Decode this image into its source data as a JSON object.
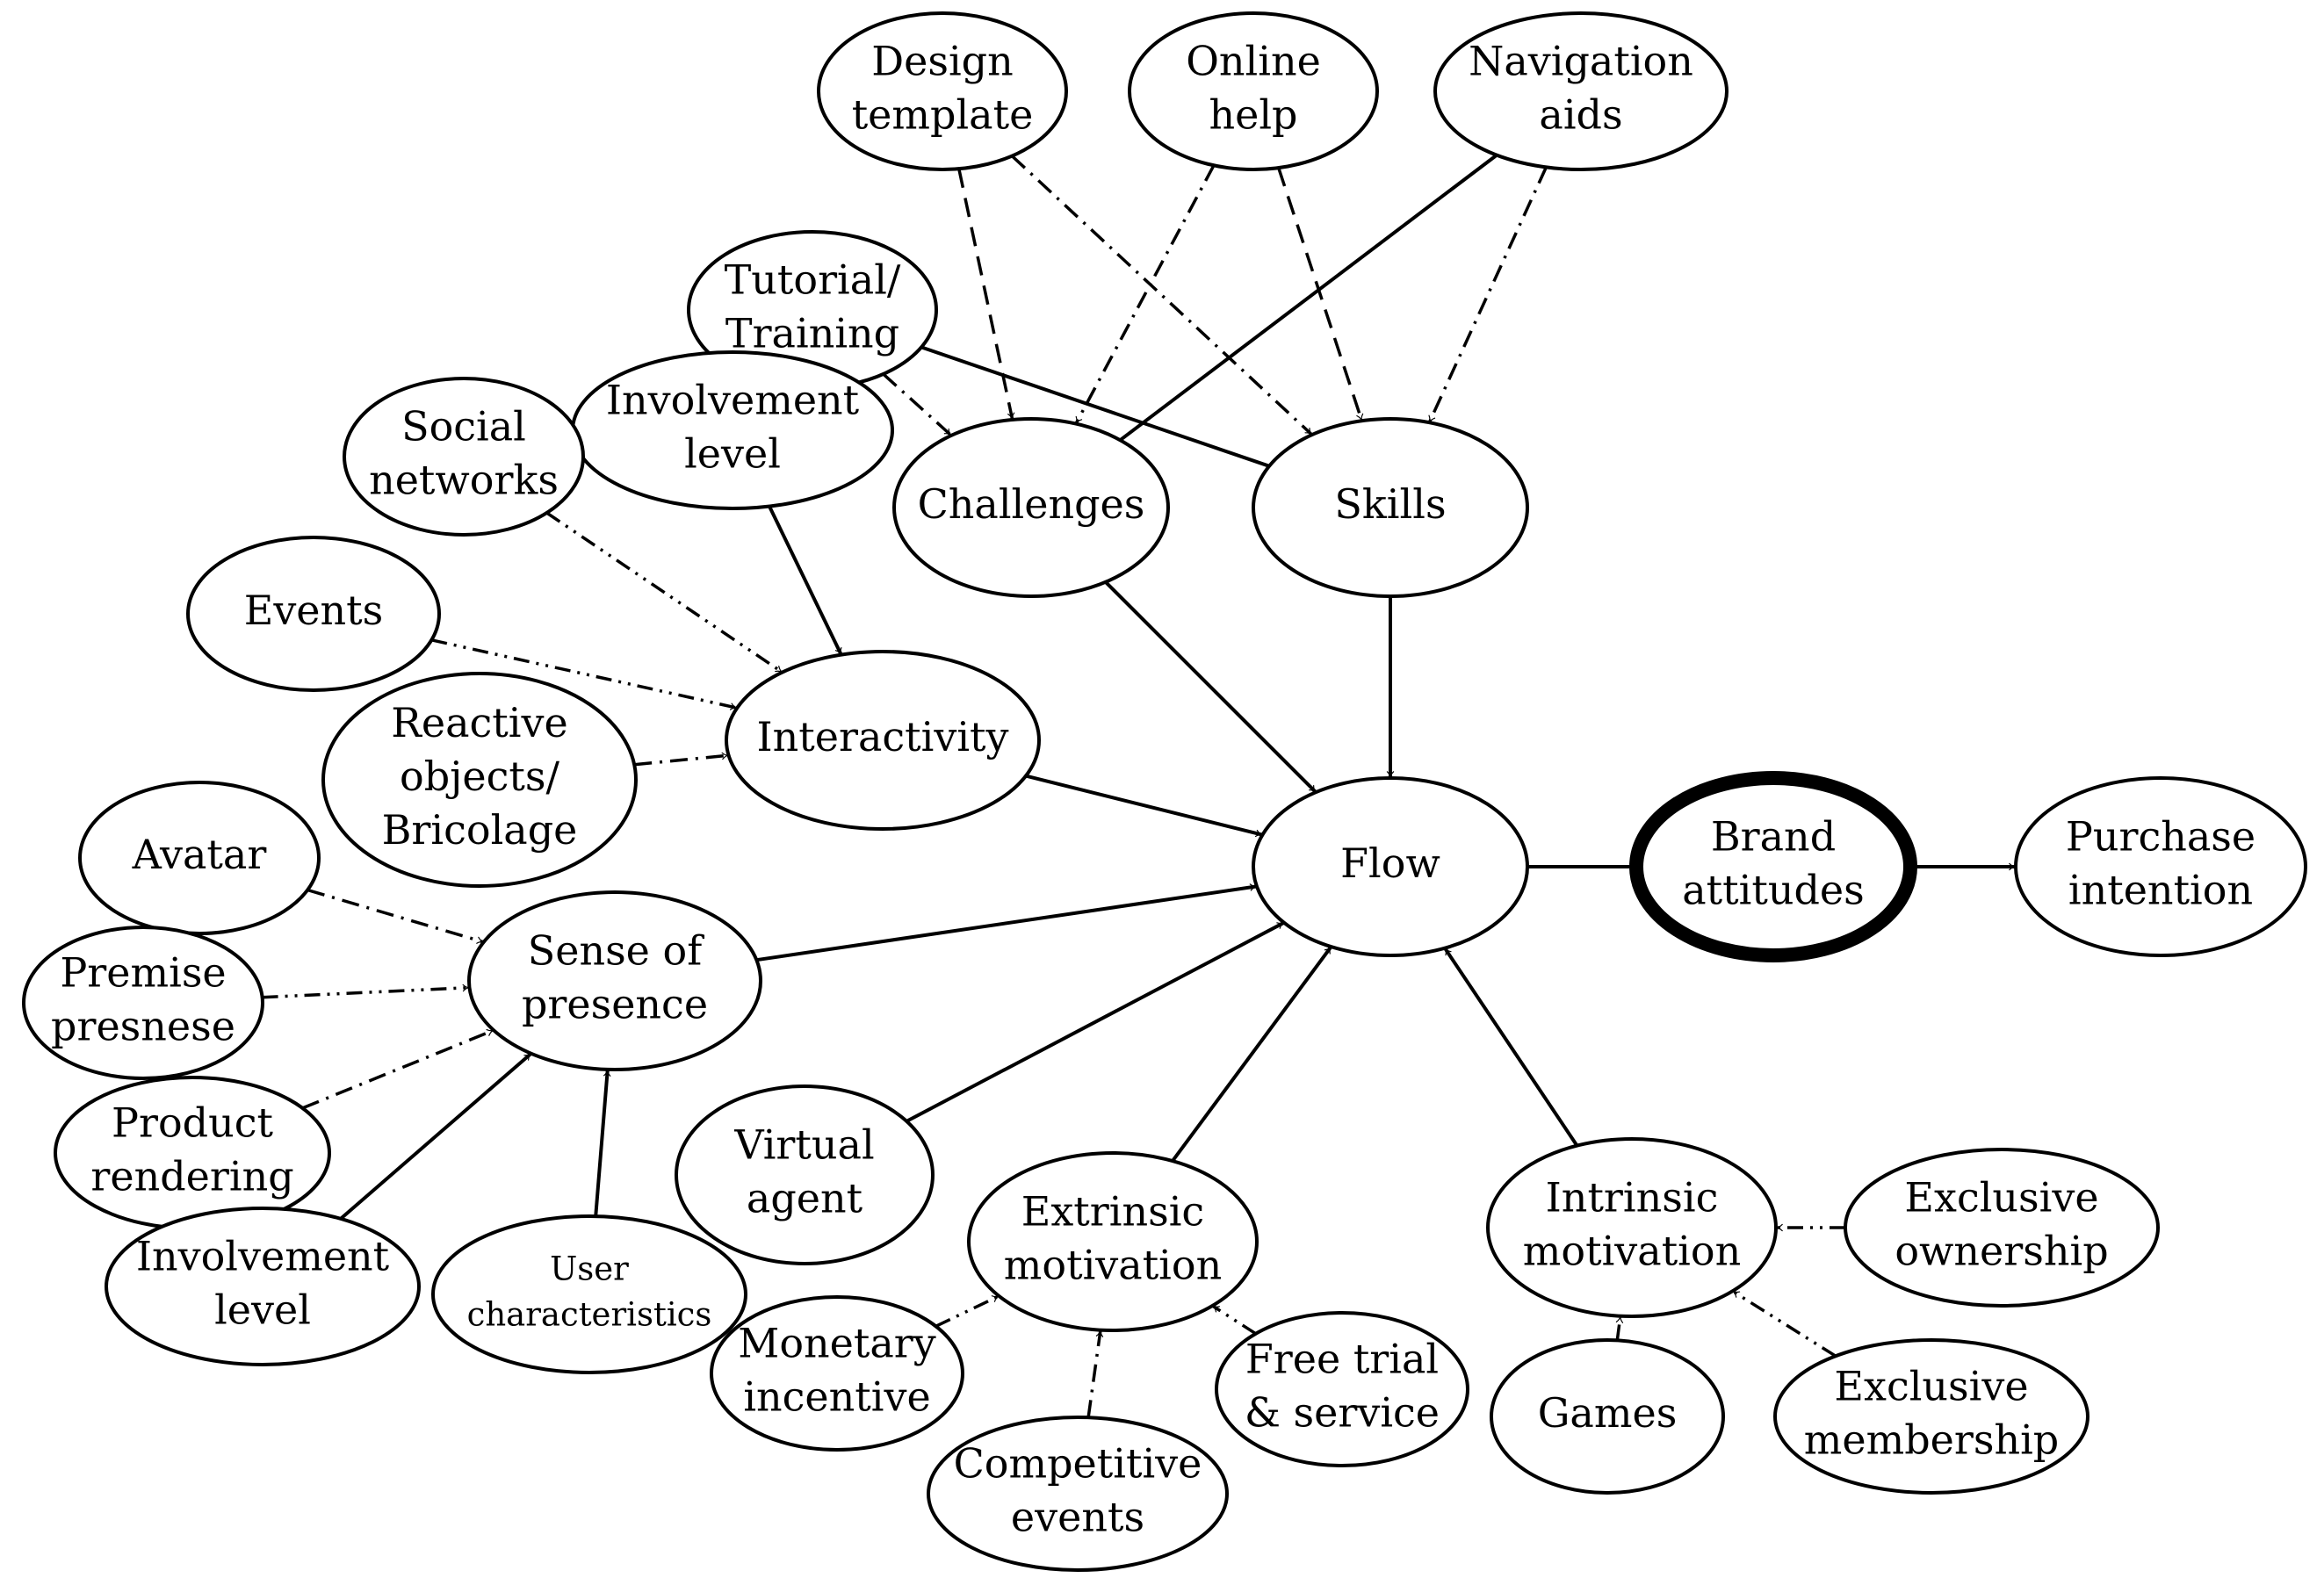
{
  "nodes": [
    {
      "id": "design_template",
      "lines": [
        "Design",
        "template"
      ]
    },
    {
      "id": "online_help",
      "lines": [
        "Online",
        "help"
      ]
    },
    {
      "id": "navigation_aids",
      "lines": [
        "Navigation",
        "aids"
      ]
    },
    {
      "id": "tutorial_training",
      "lines": [
        "Tutorial/",
        "Training"
      ]
    },
    {
      "id": "involvement_level_top",
      "lines": [
        "Involvement",
        "level"
      ]
    },
    {
      "id": "social_networks",
      "lines": [
        "Social",
        "networks"
      ]
    },
    {
      "id": "challenges",
      "lines": [
        "Challenges"
      ]
    },
    {
      "id": "skills",
      "lines": [
        "Skills"
      ]
    },
    {
      "id": "events",
      "lines": [
        "Events"
      ]
    },
    {
      "id": "interactivity",
      "lines": [
        "Interactivity"
      ]
    },
    {
      "id": "reactive_objects",
      "lines": [
        "Reactive",
        "objects/",
        "Bricolage"
      ]
    },
    {
      "id": "avatar",
      "lines": [
        "Avatar"
      ]
    },
    {
      "id": "flow",
      "lines": [
        "Flow"
      ]
    },
    {
      "id": "brand_attitudes",
      "lines": [
        "Brand",
        "attitudes"
      ],
      "emphasis": "bold-outline"
    },
    {
      "id": "purchase_intention",
      "lines": [
        "Purchase",
        "intention"
      ]
    },
    {
      "id": "sense_of_presence",
      "lines": [
        "Sense of",
        "presence"
      ]
    },
    {
      "id": "premise_presence",
      "lines": [
        "Premise",
        "presnese"
      ]
    },
    {
      "id": "product_rendering",
      "lines": [
        "Product",
        "rendering"
      ]
    },
    {
      "id": "virtual_agent",
      "lines": [
        "Virtual",
        "agent"
      ]
    },
    {
      "id": "involvement_level_bottom",
      "lines": [
        "Involvement",
        "level"
      ]
    },
    {
      "id": "user_characteristics",
      "lines": [
        "User",
        "characteristics"
      ],
      "size": "small"
    },
    {
      "id": "intrinsic_motivation",
      "lines": [
        "Intrinsic",
        "motivation"
      ]
    },
    {
      "id": "extrinsic_motivation",
      "lines": [
        "Extrinsic",
        "motivation"
      ]
    },
    {
      "id": "exclusive_ownership",
      "lines": [
        "Exclusive",
        "ownership"
      ]
    },
    {
      "id": "monetary_incentive",
      "lines": [
        "Monetary",
        "incentive"
      ]
    },
    {
      "id": "free_trial",
      "lines": [
        "Free trial",
        "& service"
      ]
    },
    {
      "id": "games",
      "lines": [
        "Games"
      ]
    },
    {
      "id": "exclusive_membership",
      "lines": [
        "Exclusive",
        "membership"
      ]
    },
    {
      "id": "competitive_events",
      "lines": [
        "Competitive",
        "events"
      ]
    }
  ],
  "edges": [
    {
      "from": "design_template",
      "to": "challenges",
      "style": "dashed",
      "head": "arrow"
    },
    {
      "from": "design_template",
      "to": "skills",
      "style": "dashdot",
      "head": "arrow"
    },
    {
      "from": "online_help",
      "to": "challenges",
      "style": "dashdot",
      "head": "arrow"
    },
    {
      "from": "online_help",
      "to": "skills",
      "style": "dashed",
      "head": "arrow"
    },
    {
      "from": "navigation_aids",
      "to": "challenges",
      "style": "solid",
      "head": "none"
    },
    {
      "from": "navigation_aids",
      "to": "skills",
      "style": "dashdot",
      "head": "arrow"
    },
    {
      "from": "tutorial_training",
      "to": "challenges",
      "style": "dashdot",
      "head": "arrow"
    },
    {
      "from": "tutorial_training",
      "to": "skills",
      "style": "solid",
      "head": "none"
    },
    {
      "from": "involvement_level_top",
      "to": "interactivity",
      "style": "solid",
      "head": "arrow"
    },
    {
      "from": "social_networks",
      "to": "interactivity",
      "style": "dashdotdot",
      "head": "arrow"
    },
    {
      "from": "events",
      "to": "interactivity",
      "style": "dashdotdot",
      "head": "arrow"
    },
    {
      "from": "reactive_objects",
      "to": "interactivity",
      "style": "dashdot",
      "head": "arrow"
    },
    {
      "from": "challenges",
      "to": "flow",
      "style": "solid",
      "head": "arrow"
    },
    {
      "from": "skills",
      "to": "flow",
      "style": "solid",
      "head": "arrow"
    },
    {
      "from": "interactivity",
      "to": "flow",
      "style": "solid",
      "head": "arrow"
    },
    {
      "from": "sense_of_presence",
      "to": "flow",
      "style": "solid",
      "head": "arrow"
    },
    {
      "from": "virtual_agent",
      "to": "flow",
      "style": "solid",
      "head": "arrow"
    },
    {
      "from": "extrinsic_motivation",
      "to": "flow",
      "style": "solid",
      "head": "arrow"
    },
    {
      "from": "intrinsic_motivation",
      "to": "flow",
      "style": "solid",
      "head": "arrow"
    },
    {
      "from": "flow",
      "to": "brand_attitudes",
      "style": "solid",
      "head": "arrow"
    },
    {
      "from": "brand_attitudes",
      "to": "purchase_intention",
      "style": "solid",
      "head": "arrow"
    },
    {
      "from": "avatar",
      "to": "sense_of_presence",
      "style": "dashdot",
      "head": "arrow"
    },
    {
      "from": "premise_presence",
      "to": "sense_of_presence",
      "style": "dashdotdot",
      "head": "arrow"
    },
    {
      "from": "product_rendering",
      "to": "sense_of_presence",
      "style": "dashdot",
      "head": "arrow"
    },
    {
      "from": "involvement_level_bottom",
      "to": "sense_of_presence",
      "style": "solid",
      "head": "arrow"
    },
    {
      "from": "user_characteristics",
      "to": "sense_of_presence",
      "style": "solid",
      "head": "arrow"
    },
    {
      "from": "monetary_incentive",
      "to": "extrinsic_motivation",
      "style": "dashdotdot",
      "head": "arrow"
    },
    {
      "from": "competitive_events",
      "to": "extrinsic_motivation",
      "style": "dashdot",
      "head": "arrow"
    },
    {
      "from": "free_trial",
      "to": "extrinsic_motivation",
      "style": "dashdotdot",
      "head": "arrow"
    },
    {
      "from": "exclusive_ownership",
      "to": "intrinsic_motivation",
      "style": "dashdotdot",
      "head": "arrow"
    },
    {
      "from": "games",
      "to": "intrinsic_motivation",
      "style": "dashdotdot",
      "head": "arrow"
    },
    {
      "from": "exclusive_membership",
      "to": "intrinsic_motivation",
      "style": "dashdotdot",
      "head": "arrow"
    }
  ]
}
